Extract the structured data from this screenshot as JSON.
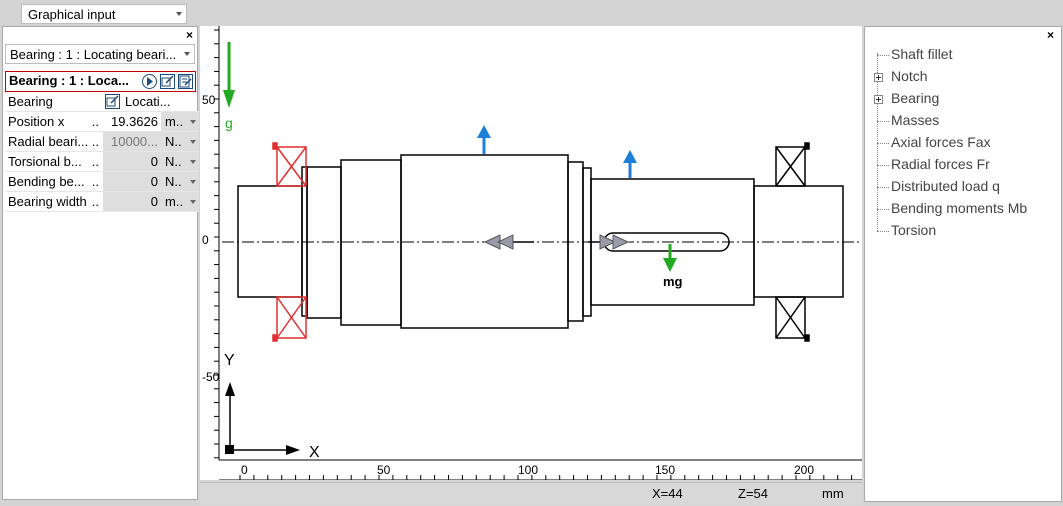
{
  "top_combo": {
    "value": "Graphical input"
  },
  "left_panel": {
    "close": "×",
    "combo_value": "Bearing : 1 : Locating beari...",
    "selected_title": "Bearing : 1 : Loca...",
    "props": [
      {
        "label": "Bearing",
        "value": "Locati...",
        "unit": ""
      },
      {
        "label": "Position x",
        "dots": "..",
        "value": "19.3626",
        "unit": "m.."
      },
      {
        "label": "Radial beari...",
        "dots": "..",
        "value": "10000...",
        "unit": "N.."
      },
      {
        "label": "Torsional b...",
        "dots": "..",
        "value": "0",
        "unit": "N.."
      },
      {
        "label": "Bending be...",
        "dots": "..",
        "value": "0",
        "unit": "N.."
      },
      {
        "label": "Bearing width",
        "dots": "..",
        "value": "0",
        "unit": "m.."
      }
    ]
  },
  "graph": {
    "vlabels": [
      "50",
      "0",
      "-50"
    ],
    "hlabels": [
      "0",
      "50",
      "100",
      "150",
      "200"
    ],
    "gravity_label": "g",
    "mass_label": "mg",
    "axis_y": "Y",
    "axis_x": "X",
    "colors": {
      "gravity": "#22aa22",
      "force_up": "#1e7fd8",
      "bearing_red": "#e03030",
      "axial": "#9a9aaa"
    }
  },
  "status": {
    "x": "X=44",
    "z": "Z=54",
    "unit": "mm"
  },
  "tree": {
    "close": "×",
    "items": [
      {
        "label": "Shaft fillet",
        "expandable": false
      },
      {
        "label": "Notch",
        "expandable": true
      },
      {
        "label": "Bearing",
        "expandable": true
      },
      {
        "label": "Masses",
        "expandable": false
      },
      {
        "label": "Axial forces Fax",
        "expandable": false
      },
      {
        "label": "Radial forces Fr",
        "expandable": false
      },
      {
        "label": "Distributed load q",
        "expandable": false
      },
      {
        "label": "Bending moments Mb",
        "expandable": false
      },
      {
        "label": "Torsion",
        "expandable": false
      }
    ]
  }
}
